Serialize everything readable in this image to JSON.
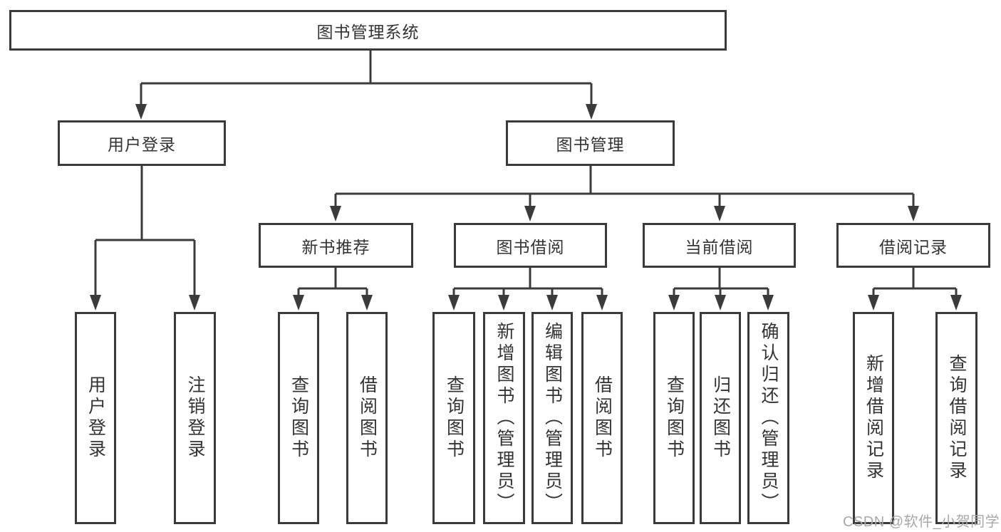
{
  "diagram": {
    "root": {
      "label": "图书管理系统"
    },
    "level2": [
      {
        "label": "用户登录"
      },
      {
        "label": "图书管理"
      }
    ],
    "level3": [
      {
        "label": "新书推荐"
      },
      {
        "label": "图书借阅"
      },
      {
        "label": "当前借阅"
      },
      {
        "label": "借阅记录"
      }
    ],
    "leaves": [
      {
        "label": "用户登录"
      },
      {
        "label": "注销登录"
      },
      {
        "label": "查询图书"
      },
      {
        "label": "借阅图书"
      },
      {
        "label": "查询图书"
      },
      {
        "label": "新增图书（管理员）"
      },
      {
        "label": "编辑图书（管理员）"
      },
      {
        "label": "借阅图书"
      },
      {
        "label": "查询图书"
      },
      {
        "label": "归还图书"
      },
      {
        "label": "确认归还（管理员）"
      },
      {
        "label": "新增借阅记录"
      },
      {
        "label": "查询借阅记录"
      }
    ]
  },
  "watermark": {
    "text": "CSDN @软件_小贺同学"
  },
  "colors": {
    "line": "#3b3b3b",
    "box_border": "#3a3a3a",
    "text": "#333333",
    "watermark": "#a8a8a8",
    "background": "#ffffff"
  }
}
